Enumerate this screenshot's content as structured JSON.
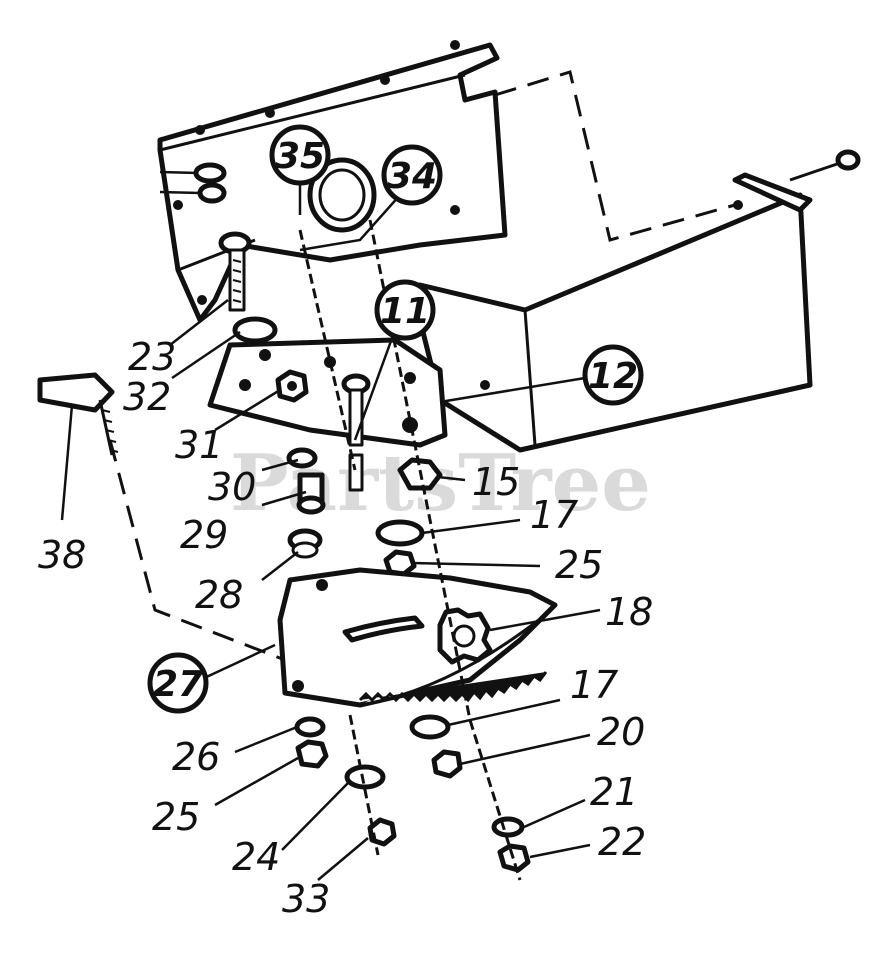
{
  "watermark": "PartsTree",
  "callouts": {
    "c35": "35",
    "c34": "34",
    "c11": "11",
    "c12": "12",
    "c27": "27"
  },
  "labels": {
    "l23": "23",
    "l32": "32",
    "l31": "31",
    "l30": "30",
    "l29": "29",
    "l28": "28",
    "l38": "38",
    "l15": "15",
    "l17a": "17",
    "l25a": "25",
    "l18": "18",
    "l17b": "17",
    "l20": "20",
    "l26": "26",
    "l25b": "25",
    "l24": "24",
    "l21": "21",
    "l22": "22",
    "l33": "33"
  }
}
